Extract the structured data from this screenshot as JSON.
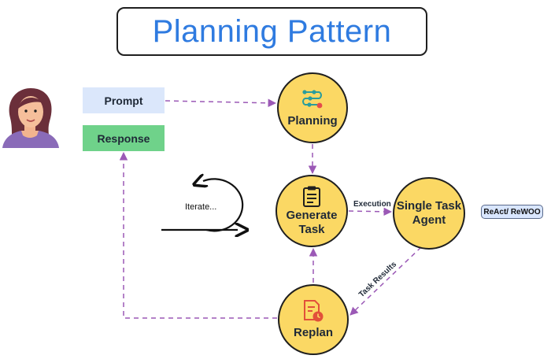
{
  "title": "Planning Pattern",
  "inputs": {
    "prompt_label": "Prompt",
    "response_label": "Response"
  },
  "nodes": {
    "planning": "Planning",
    "generate_task": [
      "Generate",
      "Task"
    ],
    "single_task_agent": [
      "Single Task",
      "Agent"
    ],
    "replan": "Replan"
  },
  "edges": {
    "execution": "Execution",
    "task_results": "Task Results"
  },
  "loop_label": "Iterate...",
  "agent_badge": "ReAct/ ReWOO",
  "colors": {
    "title": "#2f7be0",
    "prompt_fill": "#dbe7fb",
    "response_fill": "#6fd28a",
    "node_fill": "#fbd864",
    "arrow": "#9b59b6",
    "badge_fill": "#d9e6ff"
  },
  "icons": {
    "user": "woman-avatar-icon",
    "planning": "workflow-icon",
    "generate_task": "clipboard-list-icon",
    "replan": "document-clock-icon"
  }
}
